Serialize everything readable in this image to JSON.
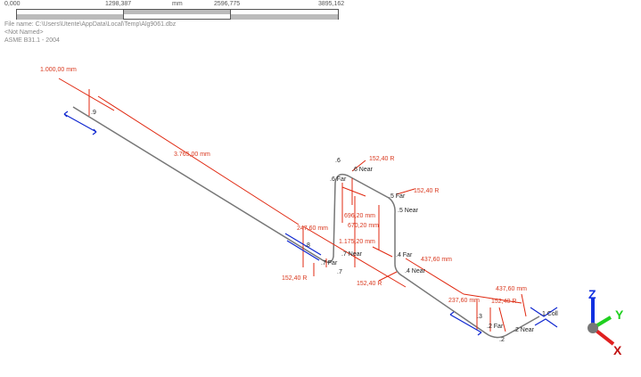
{
  "header": {
    "file": "File name: C:\\Users\\Utente\\AppData\\Local\\Temp\\Alg9061.dbz",
    "name": "<Not Named>",
    "code": "ASME B31.1 - 2004"
  },
  "scale": {
    "ticks": [
      "0,000",
      "1298,387",
      "mm",
      "2596,775",
      "3895,162"
    ]
  },
  "dimensions": [
    "1.000,00 mm",
    "3.765,00 mm",
    "247,60 mm",
    "152,40 R",
    "1.175,20 mm",
    "696,20 mm",
    "670,20 mm",
    "152,40 R",
    "152,40 R",
    "152,40 R",
    "437,60 mm",
    "237,60 mm",
    "437,60 mm",
    "152,40 R"
  ],
  "nodes": [
    ".9",
    ".8",
    ".7 Far",
    ".7",
    ".7 Near",
    ".6",
    ".6 Near",
    ".6 Far",
    ".5 Far",
    ".5 Near",
    ".4 Far",
    ".4 Near",
    ".3",
    ".2 Far",
    ".2",
    ".2 Near",
    ".1 Coll"
  ],
  "axes": {
    "x": "X",
    "y": "Y",
    "z": "Z",
    "x_color": "#e02020",
    "y_color": "#20d020",
    "z_color": "#1030e0"
  }
}
